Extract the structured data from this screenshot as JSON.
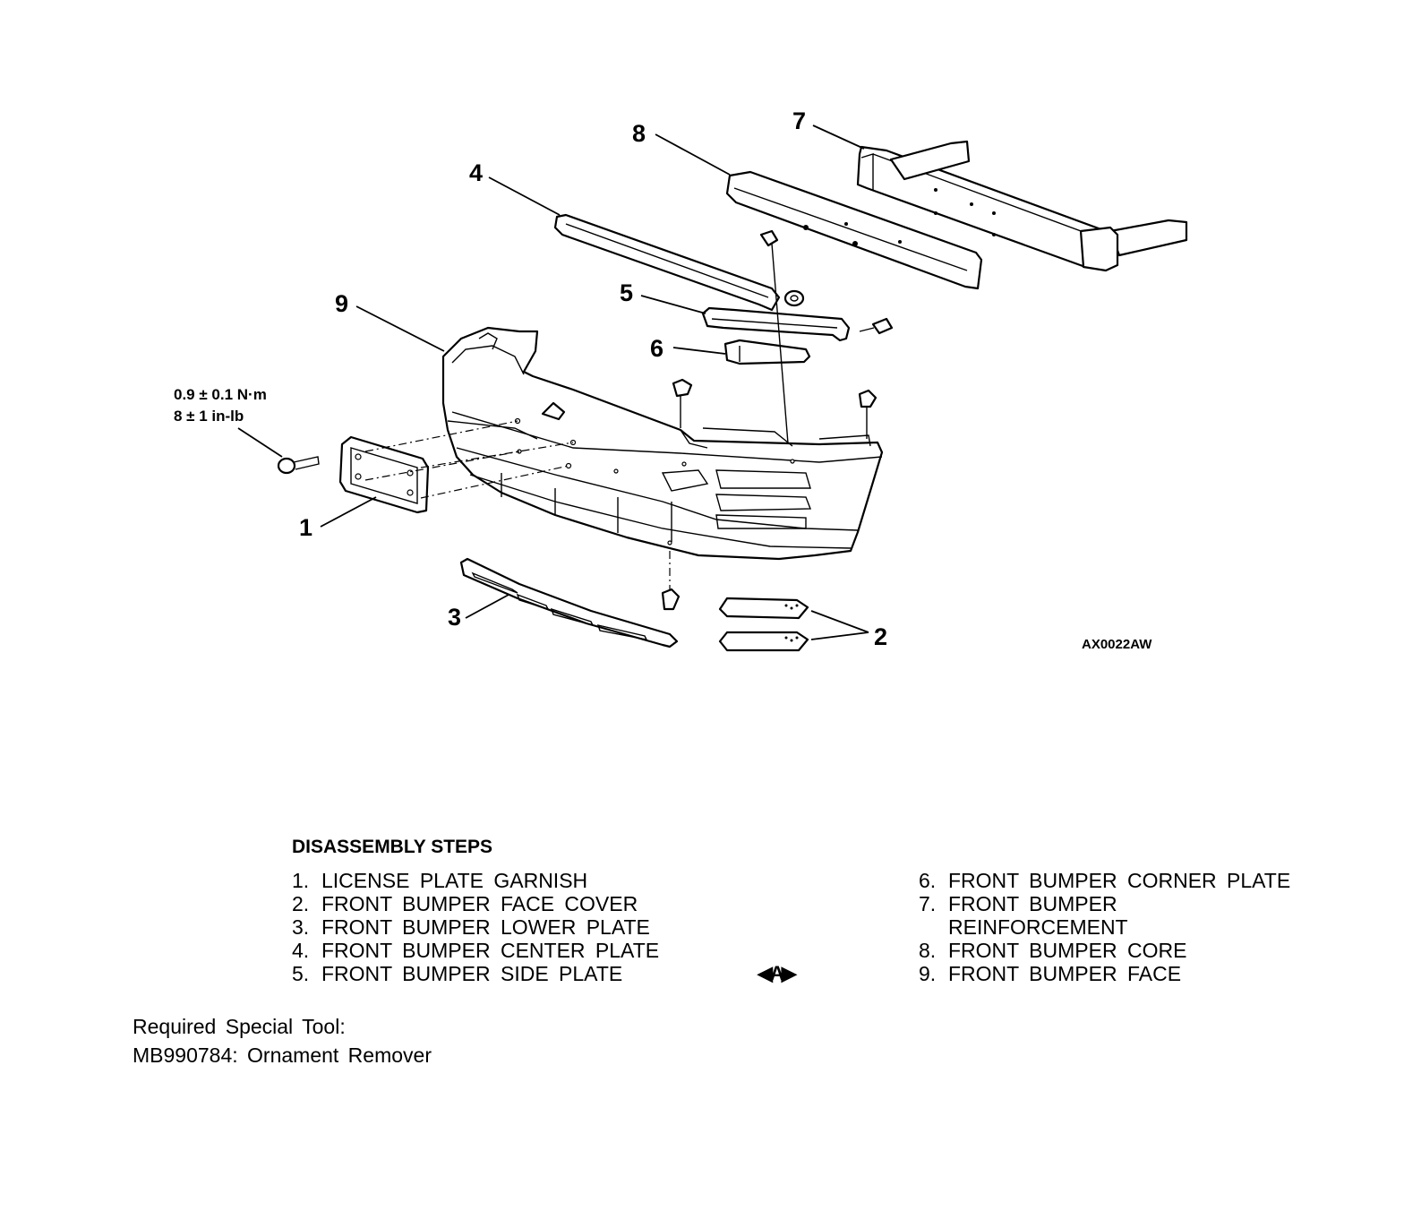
{
  "diagram": {
    "callouts": {
      "c1": "1",
      "c2": "2",
      "c3": "3",
      "c4": "4",
      "c5": "5",
      "c6": "6",
      "c7": "7",
      "c8": "8",
      "c9": "9"
    },
    "torque_spec": {
      "metric": "0.9 ± 0.1 N·m",
      "imperial": "8 ± 1 in-lb"
    },
    "figure_code": "AX0022AW"
  },
  "steps": {
    "title": "DISASSEMBLY STEPS",
    "left": [
      {
        "num": "1.",
        "text": "LICENSE PLATE GARNISH"
      },
      {
        "num": "2.",
        "text": "FRONT BUMPER FACE COVER"
      },
      {
        "num": "3.",
        "text": "FRONT BUMPER LOWER PLATE"
      },
      {
        "num": "4.",
        "text": "FRONT BUMPER CENTER PLATE"
      },
      {
        "num": "5.",
        "text": "FRONT BUMPER SIDE PLATE"
      }
    ],
    "marker": "◀A▶",
    "right": [
      {
        "num": "6.",
        "text": "FRONT BUMPER CORNER PLATE"
      },
      {
        "num": "7.",
        "text": "FRONT BUMPER"
      },
      {
        "num": "",
        "text": "REINFORCEMENT"
      },
      {
        "num": "8.",
        "text": "FRONT BUMPER CORE"
      },
      {
        "num": "9.",
        "text": "FRONT BUMPER FACE"
      }
    ]
  },
  "tools": {
    "label": "Required Special Tool:",
    "item": "MB990784: Ornament Remover"
  }
}
